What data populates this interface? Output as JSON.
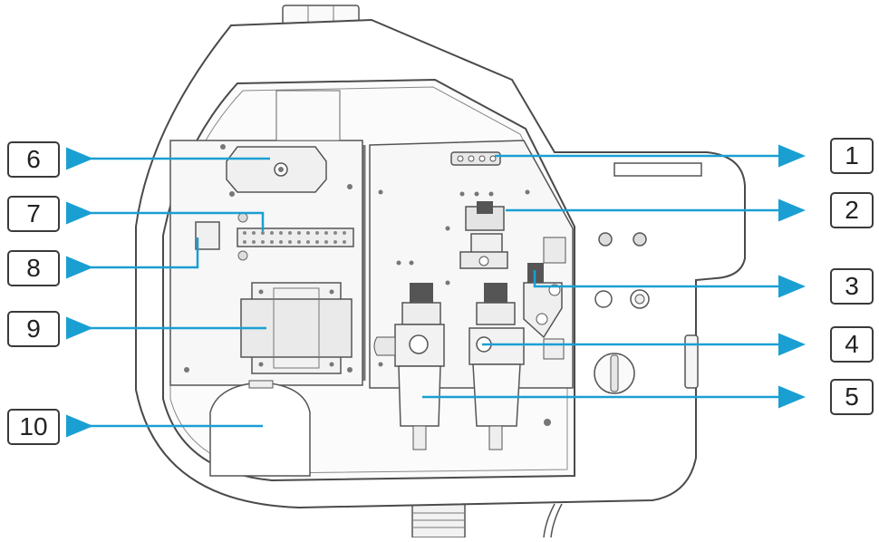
{
  "diagram": {
    "accent_color": "#1a9fd3",
    "outline_color": "#4a4a4a",
    "labels_left": [
      {
        "id": "6",
        "text": "6"
      },
      {
        "id": "7",
        "text": "7"
      },
      {
        "id": "8",
        "text": "8"
      },
      {
        "id": "9",
        "text": "9"
      },
      {
        "id": "10",
        "text": "10"
      }
    ],
    "labels_right": [
      {
        "id": "1",
        "text": "1"
      },
      {
        "id": "2",
        "text": "2"
      },
      {
        "id": "3",
        "text": "3"
      },
      {
        "id": "4",
        "text": "4"
      },
      {
        "id": "5",
        "text": "5"
      }
    ]
  }
}
